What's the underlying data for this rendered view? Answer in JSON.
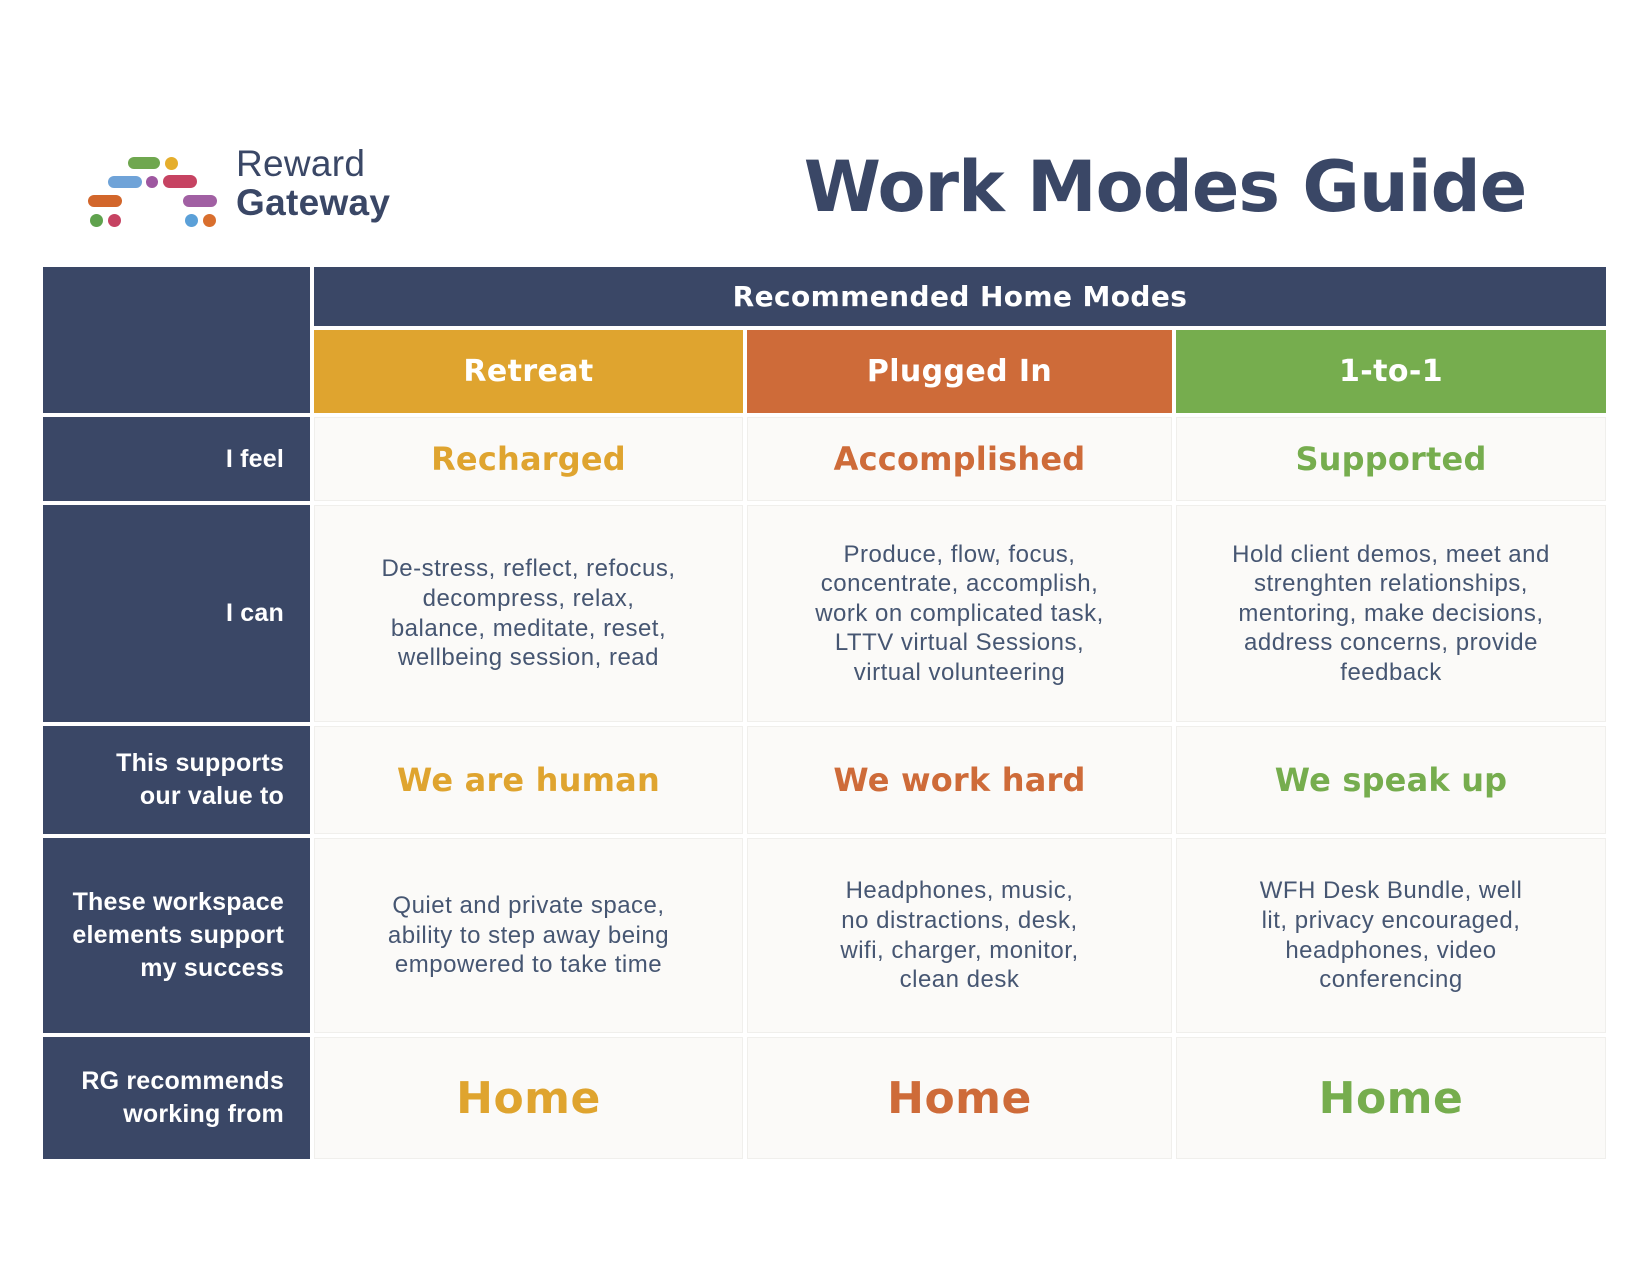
{
  "brand": {
    "name_line1": "Reward",
    "name_line2": "Gateway",
    "logo_shapes": [
      {
        "name": "green-pill",
        "color": "#6fa74f"
      },
      {
        "name": "gold-dot",
        "color": "#e5ae2c"
      },
      {
        "name": "blue-pill",
        "color": "#6fa3d8"
      },
      {
        "name": "purple-dot",
        "color": "#9e57a0"
      },
      {
        "name": "crimson-pill",
        "color": "#c64362"
      },
      {
        "name": "orange-pill",
        "color": "#d2662b"
      },
      {
        "name": "purple-pill",
        "color": "#a160a3"
      },
      {
        "name": "green-dot",
        "color": "#5fa24d"
      },
      {
        "name": "red-dot",
        "color": "#c64362"
      },
      {
        "name": "blue-dot",
        "color": "#5ba0d8"
      },
      {
        "name": "orange-dot",
        "color": "#d96f2e"
      }
    ]
  },
  "title": "Work Modes Guide",
  "colors": {
    "navy": "#3a4766",
    "cell_background": "#fbfaf8",
    "body_text": "#465672"
  },
  "table": {
    "group_header": "Recommended Home Modes",
    "columns": [
      {
        "id": "retreat",
        "label": "Retreat",
        "color": "#dfa42f"
      },
      {
        "id": "plugged-in",
        "label": "Plugged In",
        "color": "#ce6b39"
      },
      {
        "id": "1-to-1",
        "label": "1-to-1",
        "color": "#76ad4e"
      }
    ],
    "rows": [
      {
        "label": "I feel",
        "style": "accent",
        "values": [
          "Recharged",
          "Accomplished",
          "Supported"
        ]
      },
      {
        "label": "I can",
        "style": "body",
        "values": [
          "De-stress, reflect, refocus,\ndecompress, relax,\nbalance, meditate, reset,\nwellbeing session, read",
          "Produce, flow, focus,\nconcentrate, accomplish,\nwork on complicated task,\nLTTV virtual Sessions,\nvirtual volunteering",
          "Hold client demos, meet and\nstrenghten relationships,\nmentoring, make decisions,\naddress concerns, provide\nfeedback"
        ]
      },
      {
        "label": "This supports\nour value to",
        "style": "accent",
        "values": [
          "We are human",
          "We work hard",
          "We speak up"
        ]
      },
      {
        "label": "These workspace\nelements support\nmy success",
        "style": "body",
        "values": [
          "Quiet and private space,\nability to step away being\nempowered to take time",
          "Headphones, music,\nno distractions, desk,\nwifi, charger, monitor,\nclean desk",
          "WFH Desk Bundle, well\nlit, privacy encouraged,\nheadphones, video\nconferencing"
        ]
      },
      {
        "label": "RG recommends\nworking from",
        "style": "home",
        "values": [
          "Home",
          "Home",
          "Home"
        ]
      }
    ]
  }
}
